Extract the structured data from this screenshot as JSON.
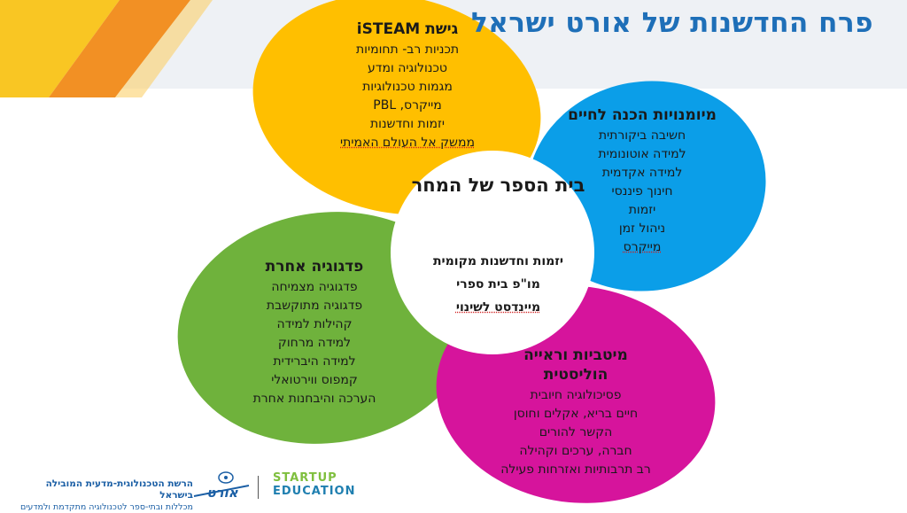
{
  "title": "פרח החדשנות של אורט ישראל",
  "center": {
    "title": "בית הספר של המחר",
    "items": [
      "יזמות וחדשנות מקומית",
      "מו\"פ בית ספרי",
      "מיינדסט לשינוי"
    ]
  },
  "petals": {
    "steam": {
      "heading": "גישת iSTEAM",
      "items": [
        "תכניות רב- תחומיות",
        "טכנולוגיה ומדע",
        "מגמות טכנולוגיות",
        "מייקרס, PBL",
        "יזמות וחדשנות",
        "ממשק אל העולם האמיתי"
      ]
    },
    "skills": {
      "heading": "מיומנויות הכנה לחיים",
      "items": [
        "חשיבה ביקורתית",
        "למידה אוטונומית",
        "למידה אקדמית",
        "חינוך פיננסי",
        "יזמות",
        "ניהול זמן",
        "מייקרס"
      ]
    },
    "pedagogy": {
      "heading": "פדגוגיה אחרת",
      "items": [
        "פדגוגיה מצמיחה",
        "פדגוגיה מתוקשבת",
        "קהילות למידה",
        "למידה מרחוק",
        "למידה היברידית",
        "קמפוס ווירטואלי",
        "הערכה והיבחנות אחרת"
      ]
    },
    "wellbeing": {
      "heading": "מיטביות וראייה הוליסטית",
      "items": [
        "פסיכולוגיה חיובית",
        "חיים בריא, אקלים וחוסן",
        "הקשר להורים",
        "חברה, ערכים וקהילה",
        "רב תרבותיות ואזרחות פעילה"
      ]
    }
  },
  "footer": {
    "org_line1": "הרשת הטכנולוגית-מדעית המובילה בישראל",
    "org_line2": "מכללות ובתי-ספר לטכנולוגיה מתקדמת ולמדעים",
    "ort_logo_text": "אורט",
    "startup_line1": "STARTUP",
    "startup_line2": "EDUCATION"
  },
  "colors": {
    "title": "#1e6fb8",
    "steam": "#ffbf00",
    "skills": "#0b9ee8",
    "pedagogy": "#6fb23c",
    "wellbeing": "#d6149c",
    "center": "#ffffff",
    "corner_yellow": "#f9c623",
    "corner_orange": "#f29024"
  }
}
